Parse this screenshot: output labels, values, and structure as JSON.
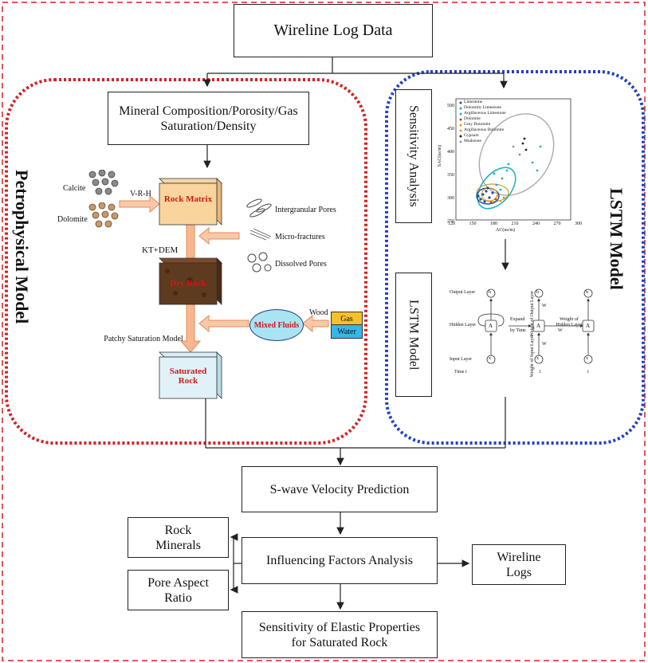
{
  "top": {
    "title": "Wireline Log Data"
  },
  "petro": {
    "title": "Petrophysical Model",
    "mineral_box": "Mineral Composition/Porosity/Gas Saturation/Density",
    "calcite": "Calcite",
    "dolomite": "Dolomite",
    "vrh": "V-R-H",
    "rock_matrix": "Rock Matrix",
    "kt_dem": "KT+DEM",
    "dry_rock": "Dry Rock",
    "saturated_rock": "Saturated Rock",
    "intergranular": "Intergranular Pores",
    "micro_fractures": "Micro-fractures",
    "dissolved": "Dissolved Pores",
    "patchy": "Patchy Saturation Model",
    "mixed_fluids": "Mixed Fluids",
    "wood": "Wood",
    "gas": "Gas",
    "water": "Water"
  },
  "lstm": {
    "title": "LSTM Model",
    "sensitivity": "Sensitivity Analysis",
    "lstm_box": "LSTM Model",
    "scatter": {
      "y_label": "SAC(us/m)",
      "x_label": "AC(us/m)",
      "y_ticks": [
        "500",
        "450",
        "400",
        "350",
        "300",
        "250"
      ],
      "x_ticks": [
        "120",
        "150",
        "180",
        "210",
        "240",
        "270",
        "300"
      ],
      "legend": [
        {
          "name": "Limestone",
          "color": "#1f4fa0"
        },
        {
          "name": "Dolomitic Limestone",
          "color": "#3aa0c8"
        },
        {
          "name": "Argillaceous Limestone",
          "color": "#1fb5c0"
        },
        {
          "name": "Dolomite",
          "color": "#d23a2a"
        },
        {
          "name": "Grey Dolomite",
          "color": "#e89a2a"
        },
        {
          "name": "Argillaceous Dolomite",
          "color": "#c8a030"
        },
        {
          "name": "Gypsum",
          "color": "#222222"
        },
        {
          "name": "Mudstone",
          "color": "#999999"
        }
      ]
    },
    "net": {
      "output_layer": "Output Layer",
      "hidden_layer": "Hidden Layer",
      "input_layer": "Input Layer",
      "time": "Time t",
      "expand": "Expand",
      "by_time": "by Time",
      "weight_hidden": "Weight of Hidden Layer",
      "weight_output": "Weight of Output Layer",
      "weight_input": "Weight of Input Layer",
      "t1": "1",
      "tt": "t",
      "A": "A",
      "h0": "h",
      "h1": "h",
      "h2": "h",
      "x0": "x",
      "x1": "x",
      "x2": "x",
      "wo": "W",
      "wh": "W",
      "wi": "W"
    }
  },
  "bottom": {
    "swave": "S-wave Velocity Prediction",
    "influence": "Influencing Factors Analysis",
    "rock_minerals": "Rock Minerals",
    "pore_aspect": "Pore Aspect Ratio",
    "wireline_logs": "Wireline Logs",
    "sensitivity_elastic": "Sensitivity of Elastic Properties for Saturated Rock"
  }
}
